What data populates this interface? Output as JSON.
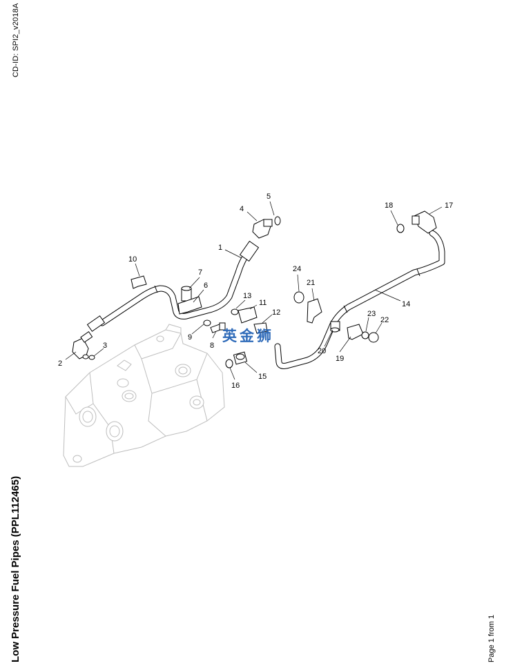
{
  "document": {
    "cd_id": "CD-ID: SPI2_v2018A",
    "title": "Low Pressure Fuel Pipes (PPL112465)",
    "page": "Page 1 from 1",
    "watermark": "英金狮"
  },
  "diagram": {
    "callouts": [
      "1",
      "2",
      "3",
      "4",
      "5",
      "6",
      "7",
      "8",
      "9",
      "10",
      "11",
      "12",
      "13",
      "14",
      "15",
      "16",
      "17",
      "18",
      "19",
      "20",
      "21",
      "22",
      "23",
      "24"
    ]
  }
}
